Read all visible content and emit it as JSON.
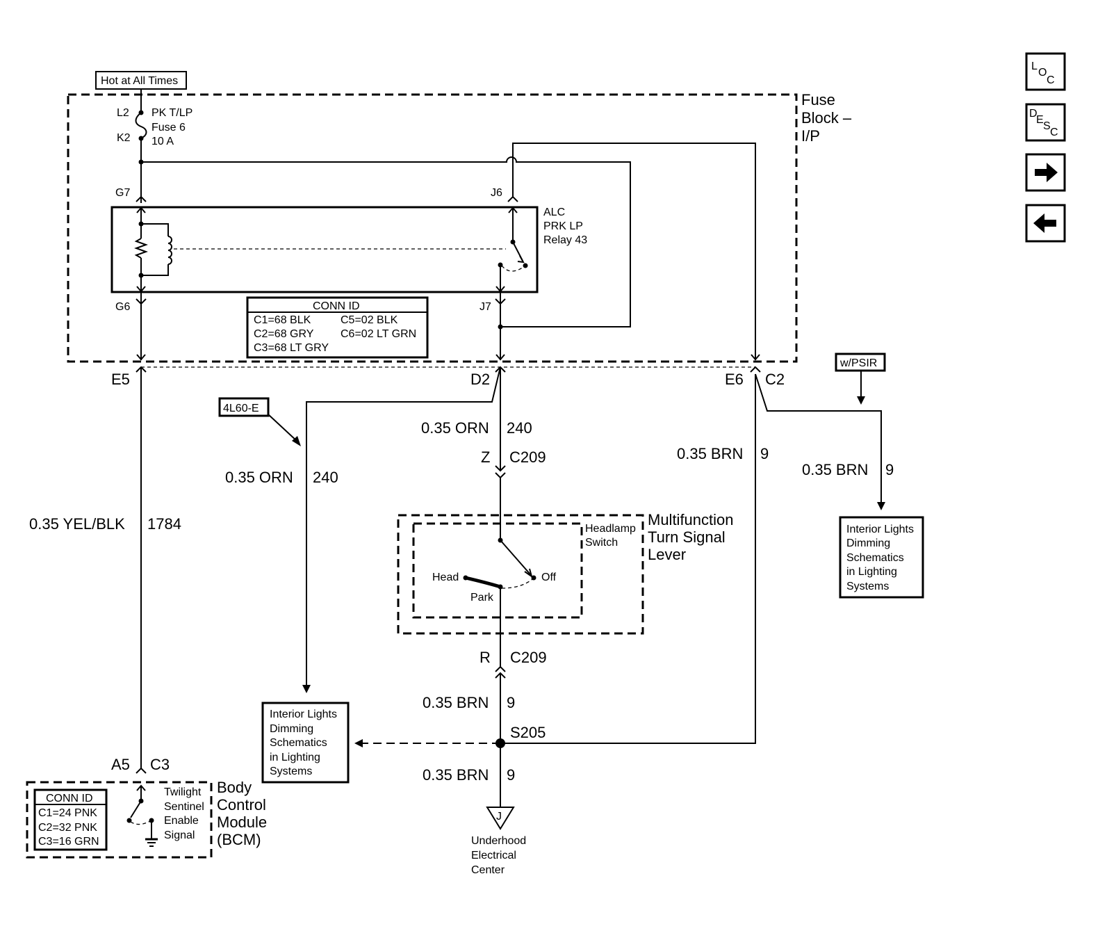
{
  "fuse_block": {
    "label_line1": "Fuse",
    "label_line2": "Block –",
    "label_line3": "I/P",
    "hot_label": "Hot at All Times",
    "fuse_pins": {
      "top": "L2",
      "bottom": "K2"
    },
    "fuse_name": "PK T/LP",
    "fuse_id": "Fuse 6",
    "fuse_rating": "10 A",
    "relay_pins": {
      "g7": "G7",
      "g6": "G6",
      "j6": "J6",
      "j7": "J7"
    },
    "relay_label_1": "ALC",
    "relay_label_2": "PRK LP",
    "relay_label_3": "Relay 43",
    "conn_id": {
      "title": "CONN ID",
      "c1": "C1=68 BLK",
      "c2": "C2=68 GRY",
      "c3": "C3=68 LT GRY",
      "c5": "C5=02 BLK",
      "c6": "C6=02 LT GRN"
    },
    "out_pins": {
      "e5": "E5",
      "d2": "D2",
      "e6": "E6",
      "c2": "C2"
    }
  },
  "option_tags": {
    "trans": "4L60-E",
    "psir": "w/PSIR"
  },
  "wires": {
    "yel_blk": {
      "size_color": "0.35 YEL/BLK",
      "circuit": "1784"
    },
    "orn_left": {
      "size_color": "0.35 ORN",
      "circuit": "240"
    },
    "orn_center": {
      "size_color": "0.35 ORN",
      "circuit": "240"
    },
    "brn_e6": {
      "size_color": "0.35 BRN",
      "circuit": "9"
    },
    "brn_psir": {
      "size_color": "0.35 BRN",
      "circuit": "9"
    },
    "brn_r": {
      "size_color": "0.35 BRN",
      "circuit": "9"
    },
    "brn_ground": {
      "size_color": "0.35 BRN",
      "circuit": "9"
    }
  },
  "connectors": {
    "c209_z_pin": "Z",
    "c209_z": "C209",
    "c209_r_pin": "R",
    "c209_r": "C209",
    "splice": "S205"
  },
  "headlamp_switch": {
    "label_1": "Headlamp",
    "label_2": "Switch",
    "lever_1": "Multifunction",
    "lever_2": "Turn Signal",
    "lever_3": "Lever",
    "pos_head": "Head",
    "pos_park": "Park",
    "pos_off": "Off"
  },
  "interior_ref_center": [
    "Interior Lights",
    "Dimming",
    "Schematics",
    "in Lighting",
    "Systems"
  ],
  "interior_ref_right": [
    "Interior Lights",
    "Dimming",
    "Schematics",
    "in Lighting",
    "Systems"
  ],
  "ground": {
    "letter": "J",
    "label_1": "Underhood",
    "label_2": "Electrical",
    "label_3": "Center"
  },
  "bcm": {
    "pin": "A5",
    "conn": "C3",
    "label_1": "Body",
    "label_2": "Control",
    "label_3": "Module",
    "label_4": "(BCM)",
    "sentinel_1": "Twilight",
    "sentinel_2": "Sentinel",
    "sentinel_3": "Enable",
    "sentinel_4": "Signal",
    "conn_id": {
      "title": "CONN ID",
      "c1": "C1=24 PNK",
      "c2": "C2=32 PNK",
      "c3": "C3=16 GRN"
    }
  },
  "nav": {
    "loc": {
      "l1": "L",
      "l2": "O",
      "l3": "C"
    },
    "desc": {
      "l1": "D",
      "l2": "E",
      "l3": "S",
      "l4": "C"
    },
    "next_icon": "arrow-right-icon",
    "prev_icon": "arrow-left-icon"
  }
}
